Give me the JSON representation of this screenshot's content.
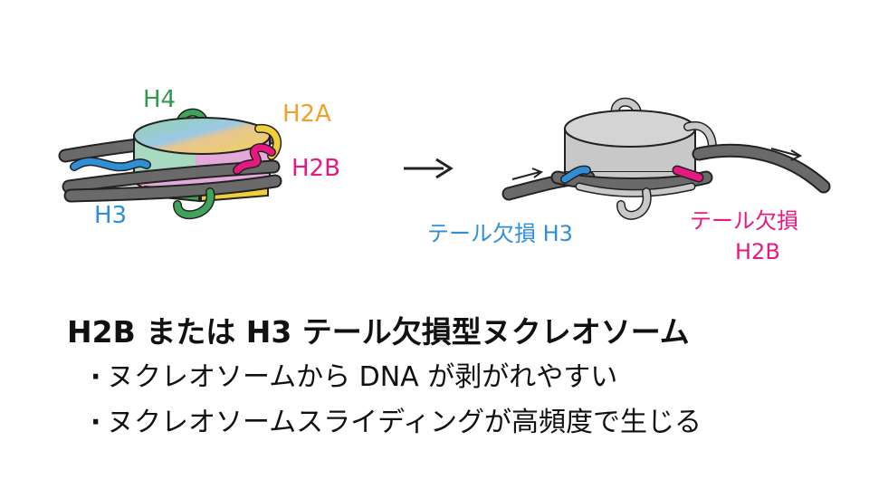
{
  "labels": {
    "h4": "H4",
    "h2a": "H2A",
    "h2b": "H2B",
    "h3": "H3",
    "tail_h3": "テール欠損 H3",
    "tail_h2b_line1": "テール欠損",
    "tail_h2b_line2": "H2B"
  },
  "headline": "H2B または H3 テール欠損型ヌクレオソーム",
  "bullets": [
    "ヌクレオソームから DNA が剥がれやすい",
    "ヌクレオソームスライディングが高頻度で生じる"
  ],
  "colors": {
    "h4": "#2e9a4e",
    "h2a": "#f0a12b",
    "h2b": "#e5197f",
    "h3": "#2e8fd6",
    "dna": "#5c5c5c",
    "core_gray": "#c8c8c8"
  }
}
